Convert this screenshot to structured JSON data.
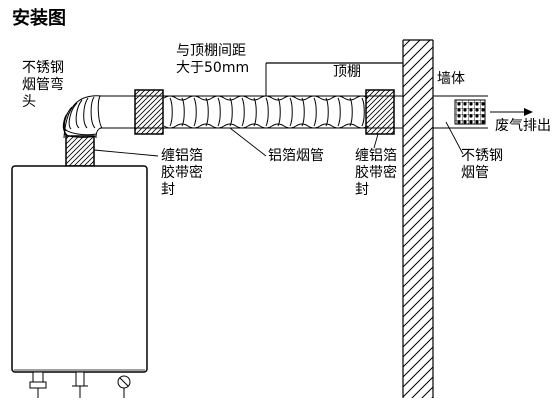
{
  "title": "安装图",
  "labels": {
    "ss_elbow": [
      "不锈钢",
      "烟管弯",
      "头"
    ],
    "ceiling_gap": [
      "与顶棚间距",
      "大于50mm"
    ],
    "ceiling": "顶棚",
    "wall": "墙体",
    "exhaust": "废气排出",
    "foil_tape_left": [
      "缠铝箔",
      "胶带密",
      "封"
    ],
    "foil_pipe": "铝箔烟管",
    "foil_tape_right": [
      "缠铝箔",
      "胶带密",
      "封"
    ],
    "ss_pipe": [
      "不锈钢",
      "烟管"
    ]
  }
}
